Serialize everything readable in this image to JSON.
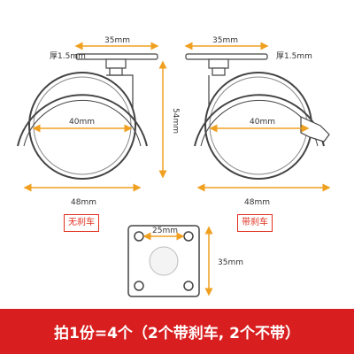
{
  "left_caster": {
    "top_width": "35mm",
    "thickness": "厚1.5mm",
    "wheel_diameter": "40mm",
    "overall_width": "48mm",
    "tag": "无刹车"
  },
  "right_caster": {
    "top_width": "35mm",
    "thickness": "厚1.5mm",
    "wheel_diameter": "40mm",
    "overall_width": "48mm",
    "tag": "带刹车"
  },
  "height": "54mm",
  "mount_plate": {
    "hole_spacing": "25mm",
    "plate_size": "35mm"
  },
  "caption": "拍1份=4个（2个带刹车, 2个不带）",
  "colors": {
    "dimension_arrow": "#f0a020",
    "caption_bg": "#d81e1e",
    "tag_text": "#e0301e",
    "outline": "#444444"
  }
}
